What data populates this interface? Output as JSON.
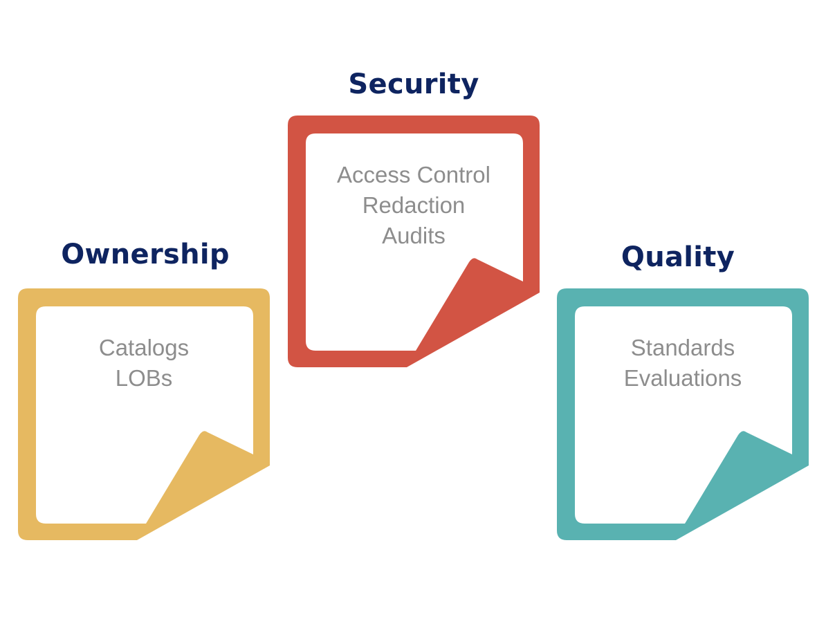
{
  "colors": {
    "heading": "#0e2460",
    "body_text": "#8d8d8d",
    "ownership": "#e6b961",
    "security": "#d25444",
    "quality": "#59b2b1"
  },
  "cards": {
    "ownership": {
      "title": "Ownership",
      "color": "#e6b961",
      "lines": [
        "Catalogs",
        "LOBs"
      ]
    },
    "security": {
      "title": "Security",
      "color": "#d25444",
      "lines": [
        "Access Control",
        "Redaction",
        "Audits"
      ]
    },
    "quality": {
      "title": "Quality",
      "color": "#59b2b1",
      "lines": [
        "Standards",
        "Evaluations"
      ]
    }
  }
}
